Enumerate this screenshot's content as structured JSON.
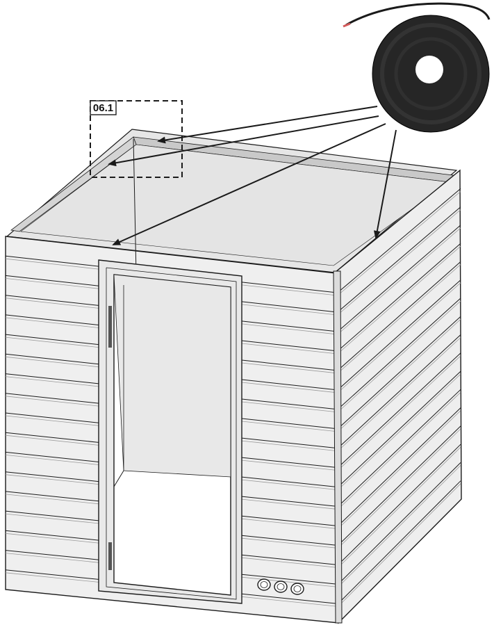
{
  "diagram": {
    "step_label": "06.1",
    "subject": "shed",
    "inset_item": "foam-tape-roll",
    "callouts": [
      {
        "target": "back-top-edge"
      },
      {
        "target": "left-top-edge"
      },
      {
        "target": "front-top-edge"
      },
      {
        "target": "right-top-edge"
      }
    ],
    "vent_holes": 3
  },
  "colors": {
    "background": "#ffffff",
    "line": "#1a1a1a",
    "panel": "#eeeeee",
    "roof": "#e3e3e3",
    "tape": "#262626",
    "wire": "#d35a5a"
  },
  "icons": {
    "tape-roll": "foam-tape-roll-icon",
    "vent": "vent-hole-icon"
  }
}
